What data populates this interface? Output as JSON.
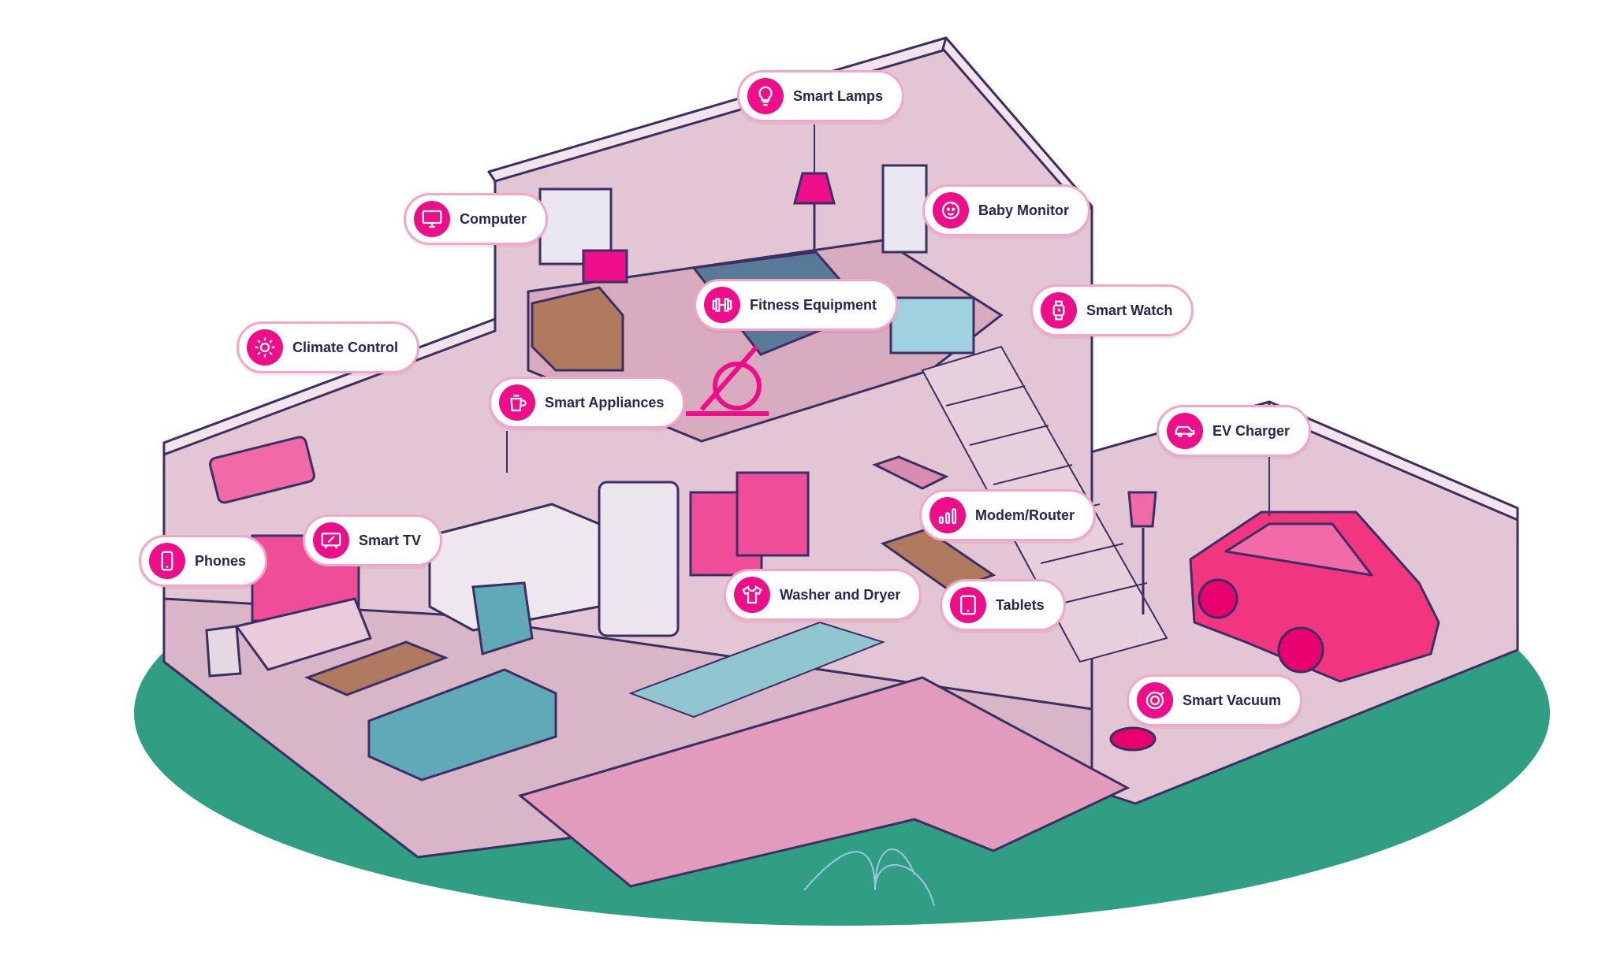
{
  "colors": {
    "accent": "#ee0e8a",
    "label_border": "#f2a7c9",
    "label_text": "#2b2350",
    "lawn": "#2f9e82",
    "house_wall": "#e4c8d6",
    "outline": "#3b2f63"
  },
  "labels": [
    {
      "key": "smart-lamps",
      "text": "Smart Lamps",
      "icon": "lightbulb-icon"
    },
    {
      "key": "computer",
      "text": "Computer",
      "icon": "monitor-icon"
    },
    {
      "key": "baby-monitor",
      "text": "Baby Monitor",
      "icon": "baby-face-icon"
    },
    {
      "key": "fitness-equipment",
      "text": "Fitness Equipment",
      "icon": "dumbbell-icon"
    },
    {
      "key": "smart-watch",
      "text": "Smart Watch",
      "icon": "watch-icon"
    },
    {
      "key": "climate-control",
      "text": "Climate Control",
      "icon": "sun-icon"
    },
    {
      "key": "smart-appliances",
      "text": "Smart Appliances",
      "icon": "kettle-icon"
    },
    {
      "key": "ev-charger",
      "text": "EV Charger",
      "icon": "car-icon"
    },
    {
      "key": "modem-router",
      "text": "Modem/Router",
      "icon": "signal-bars-icon"
    },
    {
      "key": "smart-tv",
      "text": "Smart TV",
      "icon": "tv-icon"
    },
    {
      "key": "phones",
      "text": "Phones",
      "icon": "phone-icon"
    },
    {
      "key": "washer-and-dryer",
      "text": "Washer and Dryer",
      "icon": "shirt-icon"
    },
    {
      "key": "tablets",
      "text": "Tablets",
      "icon": "tablet-icon"
    },
    {
      "key": "smart-vacuum",
      "text": "Smart Vacuum",
      "icon": "robot-vacuum-icon"
    }
  ]
}
